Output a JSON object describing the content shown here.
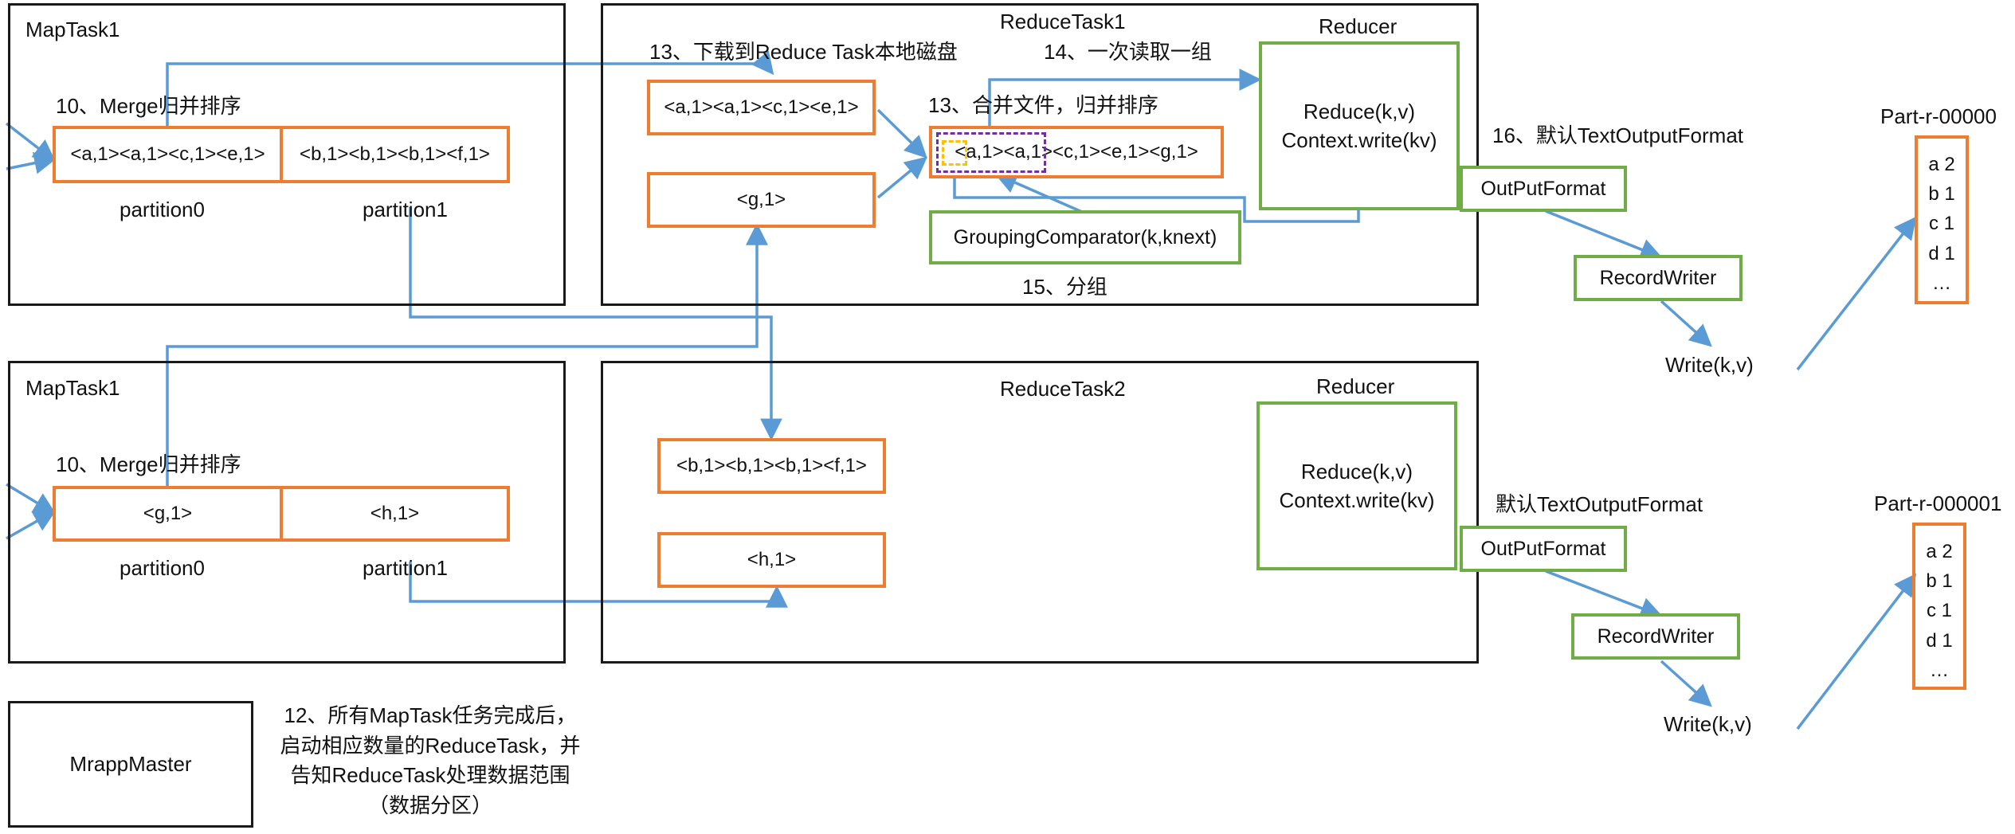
{
  "map1": {
    "title": "MapTask1",
    "merge": "10、Merge归并排序",
    "p0_cell": "<a,1><a,1><c,1><e,1>",
    "p1_cell": "<b,1><b,1><b,1><f,1>",
    "p0_label": "partition0",
    "p1_label": "partition1"
  },
  "map2": {
    "title": "MapTask1",
    "merge": "10、Merge归并排序",
    "p0_cell": "<g,1>",
    "p1_cell": "<h,1>",
    "p0_label": "partition0",
    "p1_label": "partition1"
  },
  "reduce1": {
    "title": "ReduceTask1",
    "download": "13、下载到Reduce Task本地磁盘",
    "read_group": "14、一次读取一组",
    "merge_files": "13、合并文件，归并排序",
    "cell_a": "<a,1><a,1><c,1><e,1>",
    "cell_g": "<g,1>",
    "merged": "<a,1><a,1><c,1><e,1><g,1>",
    "grouping": "GroupingComparator(k,knext)",
    "group_step": "15、分组",
    "reducer_title": "Reducer",
    "reducer_lines": [
      "Reduce(k,v)",
      "Context.write(kv)"
    ],
    "output_format_note": "16、默认TextOutputFormat",
    "output_format": "OutPutFormat",
    "record_writer": "RecordWriter",
    "write": "Write(k,v)",
    "part_title": "Part-r-00000",
    "part_lines": [
      "a 2",
      "b 1",
      "c 1",
      "d 1",
      "…"
    ]
  },
  "reduce2": {
    "title": "ReduceTask2",
    "cell_b": "<b,1><b,1><b,1><f,1>",
    "cell_h": "<h,1>",
    "reducer_title": "Reducer",
    "reducer_lines": [
      "Reduce(k,v)",
      "Context.write(kv)"
    ],
    "output_format_note": "默认TextOutputFormat",
    "output_format": "OutPutFormat",
    "record_writer": "RecordWriter",
    "write": "Write(k,v)",
    "part_title": "Part-r-000001",
    "part_lines": [
      "a 2",
      "b 1",
      "c 1",
      "d 1",
      "…"
    ]
  },
  "master": {
    "title": "MrappMaster",
    "note_lines": [
      "12、所有MapTask任务完成后，",
      "启动相应数量的ReduceTask，并",
      "告知ReduceTask处理数据范围",
      "（数据分区）"
    ]
  },
  "colors": {
    "arrow": "#5B9BD5",
    "orange": "#ED7D31",
    "green": "#70AD47",
    "purple": "#7030A0",
    "yellow": "#FFC000"
  }
}
